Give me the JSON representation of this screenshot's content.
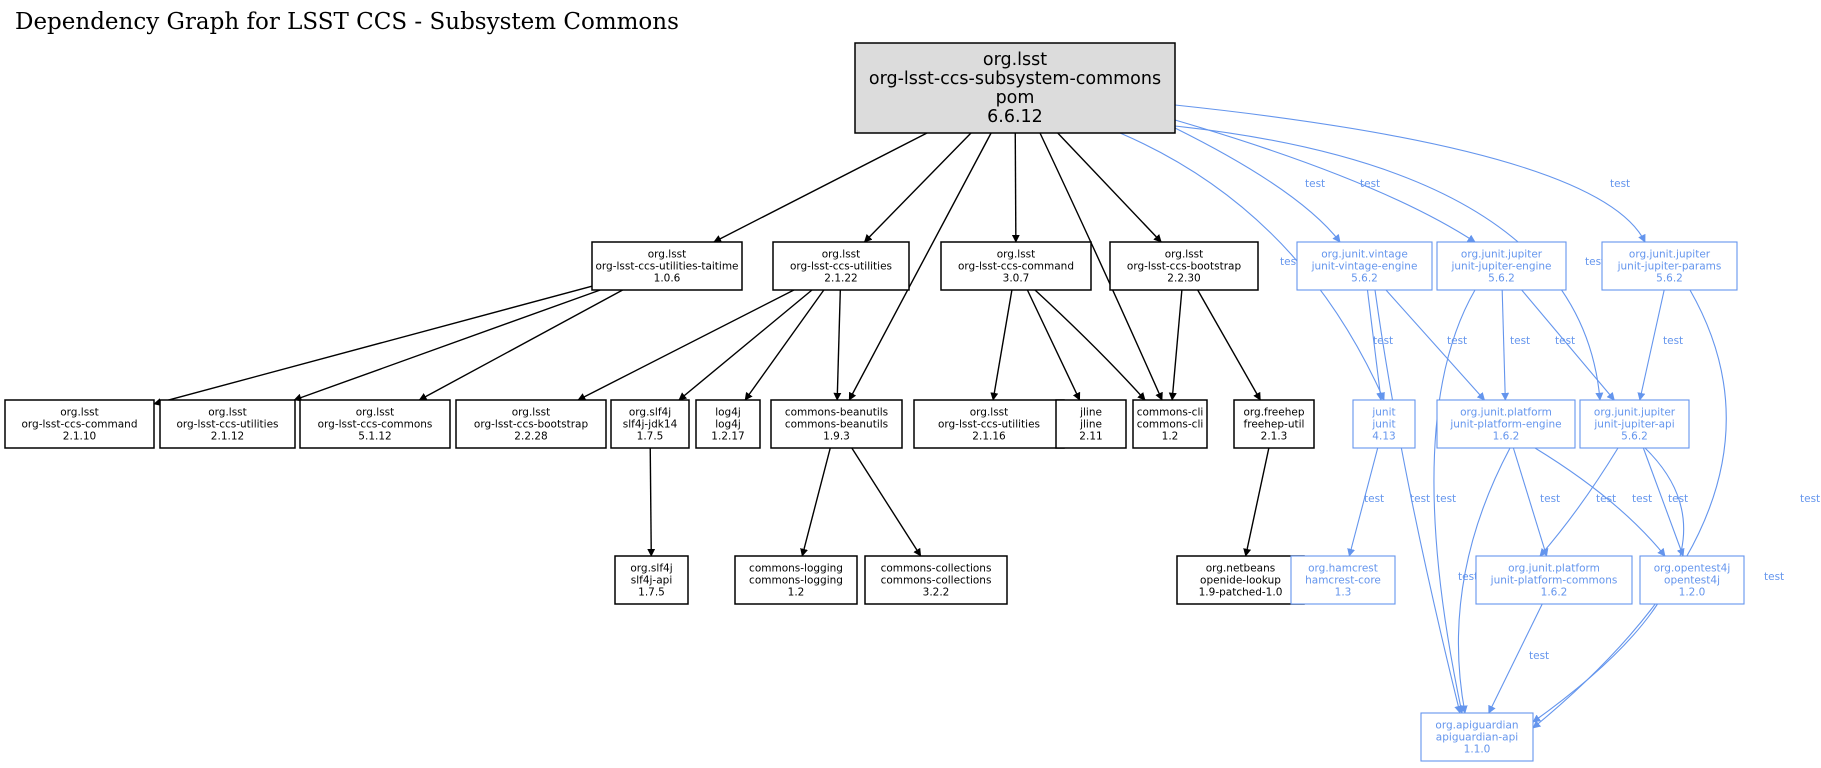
{
  "title": "Dependency Graph for LSST CCS - Subsystem Commons",
  "colors": {
    "compile": "#000000",
    "test": "#6495ed",
    "root_fill": "#dcdcdc",
    "background": "#ffffff"
  },
  "nodes": [
    {
      "id": "root",
      "lines": [
        "org.lsst",
        "org-lsst-ccs-subsystem-commons",
        "pom",
        "6.6.12"
      ],
      "scope": "root"
    },
    {
      "id": "utilities-taitime",
      "lines": [
        "org.lsst",
        "org-lsst-ccs-utilities-taitime",
        "1.0.6"
      ],
      "scope": "compile"
    },
    {
      "id": "utilities-2122",
      "lines": [
        "org.lsst",
        "org-lsst-ccs-utilities",
        "2.1.22"
      ],
      "scope": "compile"
    },
    {
      "id": "command-307",
      "lines": [
        "org.lsst",
        "org-lsst-ccs-command",
        "3.0.7"
      ],
      "scope": "compile"
    },
    {
      "id": "bootstrap-2230",
      "lines": [
        "org.lsst",
        "org-lsst-ccs-bootstrap",
        "2.2.30"
      ],
      "scope": "compile"
    },
    {
      "id": "vintage-engine",
      "lines": [
        "org.junit.vintage",
        "junit-vintage-engine",
        "5.6.2"
      ],
      "scope": "test"
    },
    {
      "id": "jupiter-engine",
      "lines": [
        "org.junit.jupiter",
        "junit-jupiter-engine",
        "5.6.2"
      ],
      "scope": "test"
    },
    {
      "id": "jupiter-params",
      "lines": [
        "org.junit.jupiter",
        "junit-jupiter-params",
        "5.6.2"
      ],
      "scope": "test"
    },
    {
      "id": "command-2110",
      "lines": [
        "org.lsst",
        "org-lsst-ccs-command",
        "2.1.10"
      ],
      "scope": "compile"
    },
    {
      "id": "utilities-2112",
      "lines": [
        "org.lsst",
        "org-lsst-ccs-utilities",
        "2.1.12"
      ],
      "scope": "compile"
    },
    {
      "id": "commons-5112",
      "lines": [
        "org.lsst",
        "org-lsst-ccs-commons",
        "5.1.12"
      ],
      "scope": "compile"
    },
    {
      "id": "bootstrap-2228",
      "lines": [
        "org.lsst",
        "org-lsst-ccs-bootstrap",
        "2.2.28"
      ],
      "scope": "compile"
    },
    {
      "id": "slf4j-jdk14",
      "lines": [
        "org.slf4j",
        "slf4j-jdk14",
        "1.7.5"
      ],
      "scope": "compile"
    },
    {
      "id": "log4j",
      "lines": [
        "log4j",
        "log4j",
        "1.2.17"
      ],
      "scope": "compile"
    },
    {
      "id": "beanutils",
      "lines": [
        "commons-beanutils",
        "commons-beanutils",
        "1.9.3"
      ],
      "scope": "compile"
    },
    {
      "id": "utilities-2116",
      "lines": [
        "org.lsst",
        "org-lsst-ccs-utilities",
        "2.1.16"
      ],
      "scope": "compile"
    },
    {
      "id": "jline",
      "lines": [
        "jline",
        "jline",
        "2.11"
      ],
      "scope": "compile"
    },
    {
      "id": "commons-cli",
      "lines": [
        "commons-cli",
        "commons-cli",
        "1.2"
      ],
      "scope": "compile"
    },
    {
      "id": "freehep-util",
      "lines": [
        "org.freehep",
        "freehep-util",
        "2.1.3"
      ],
      "scope": "compile"
    },
    {
      "id": "junit",
      "lines": [
        "junit",
        "junit",
        "4.13"
      ],
      "scope": "test"
    },
    {
      "id": "platform-engine",
      "lines": [
        "org.junit.platform",
        "junit-platform-engine",
        "1.6.2"
      ],
      "scope": "test"
    },
    {
      "id": "jupiter-api",
      "lines": [
        "org.junit.jupiter",
        "junit-jupiter-api",
        "5.6.2"
      ],
      "scope": "test"
    },
    {
      "id": "slf4j-api",
      "lines": [
        "org.slf4j",
        "slf4j-api",
        "1.7.5"
      ],
      "scope": "compile"
    },
    {
      "id": "commons-logging",
      "lines": [
        "commons-logging",
        "commons-logging",
        "1.2"
      ],
      "scope": "compile"
    },
    {
      "id": "commons-collections",
      "lines": [
        "commons-collections",
        "commons-collections",
        "3.2.2"
      ],
      "scope": "compile"
    },
    {
      "id": "openide-lookup",
      "lines": [
        "org.netbeans",
        "openide-lookup",
        "1.9-patched-1.0"
      ],
      "scope": "compile"
    },
    {
      "id": "hamcrest-core",
      "lines": [
        "org.hamcrest",
        "hamcrest-core",
        "1.3"
      ],
      "scope": "test"
    },
    {
      "id": "platform-commons",
      "lines": [
        "org.junit.platform",
        "junit-platform-commons",
        "1.6.2"
      ],
      "scope": "test"
    },
    {
      "id": "opentest4j",
      "lines": [
        "org.opentest4j",
        "opentest4j",
        "1.2.0"
      ],
      "scope": "test"
    },
    {
      "id": "apiguardian",
      "lines": [
        "org.apiguardian",
        "apiguardian-api",
        "1.1.0"
      ],
      "scope": "test"
    }
  ],
  "edges": [
    {
      "from": "root",
      "to": "utilities-taitime",
      "scope": "compile",
      "label": ""
    },
    {
      "from": "root",
      "to": "utilities-2122",
      "scope": "compile",
      "label": ""
    },
    {
      "from": "root",
      "to": "beanutils",
      "scope": "compile",
      "label": ""
    },
    {
      "from": "root",
      "to": "command-307",
      "scope": "compile",
      "label": ""
    },
    {
      "from": "root",
      "to": "commons-cli",
      "scope": "compile",
      "label": ""
    },
    {
      "from": "root",
      "to": "bootstrap-2230",
      "scope": "compile",
      "label": ""
    },
    {
      "from": "root",
      "to": "junit",
      "scope": "test",
      "label": "test"
    },
    {
      "from": "root",
      "to": "vintage-engine",
      "scope": "test",
      "label": "test"
    },
    {
      "from": "root",
      "to": "jupiter-engine",
      "scope": "test",
      "label": "test"
    },
    {
      "from": "root",
      "to": "jupiter-api",
      "scope": "test",
      "label": "test"
    },
    {
      "from": "root",
      "to": "jupiter-params",
      "scope": "test",
      "label": "test"
    },
    {
      "from": "utilities-taitime",
      "to": "command-2110",
      "scope": "compile",
      "label": ""
    },
    {
      "from": "utilities-taitime",
      "to": "utilities-2112",
      "scope": "compile",
      "label": ""
    },
    {
      "from": "utilities-taitime",
      "to": "commons-5112",
      "scope": "compile",
      "label": ""
    },
    {
      "from": "utilities-2122",
      "to": "bootstrap-2228",
      "scope": "compile",
      "label": ""
    },
    {
      "from": "utilities-2122",
      "to": "slf4j-jdk14",
      "scope": "compile",
      "label": ""
    },
    {
      "from": "utilities-2122",
      "to": "log4j",
      "scope": "compile",
      "label": ""
    },
    {
      "from": "utilities-2122",
      "to": "beanutils",
      "scope": "compile",
      "label": ""
    },
    {
      "from": "command-307",
      "to": "utilities-2116",
      "scope": "compile",
      "label": ""
    },
    {
      "from": "command-307",
      "to": "jline",
      "scope": "compile",
      "label": ""
    },
    {
      "from": "command-307",
      "to": "commons-cli",
      "scope": "compile",
      "label": ""
    },
    {
      "from": "bootstrap-2230",
      "to": "commons-cli",
      "scope": "compile",
      "label": ""
    },
    {
      "from": "bootstrap-2230",
      "to": "freehep-util",
      "scope": "compile",
      "label": ""
    },
    {
      "from": "slf4j-jdk14",
      "to": "slf4j-api",
      "scope": "compile",
      "label": ""
    },
    {
      "from": "beanutils",
      "to": "commons-logging",
      "scope": "compile",
      "label": ""
    },
    {
      "from": "beanutils",
      "to": "commons-collections",
      "scope": "compile",
      "label": ""
    },
    {
      "from": "freehep-util",
      "to": "openide-lookup",
      "scope": "compile",
      "label": ""
    },
    {
      "from": "vintage-engine",
      "to": "junit",
      "scope": "test",
      "label": "test"
    },
    {
      "from": "vintage-engine",
      "to": "platform-engine",
      "scope": "test",
      "label": "test"
    },
    {
      "from": "vintage-engine",
      "to": "apiguardian",
      "scope": "test",
      "label": "test"
    },
    {
      "from": "jupiter-engine",
      "to": "platform-engine",
      "scope": "test",
      "label": "test"
    },
    {
      "from": "jupiter-engine",
      "to": "jupiter-api",
      "scope": "test",
      "label": "test"
    },
    {
      "from": "jupiter-engine",
      "to": "apiguardian",
      "scope": "test",
      "label": "test"
    },
    {
      "from": "jupiter-params",
      "to": "jupiter-api",
      "scope": "test",
      "label": "test"
    },
    {
      "from": "jupiter-params",
      "to": "apiguardian",
      "scope": "test",
      "label": "test"
    },
    {
      "from": "junit",
      "to": "hamcrest-core",
      "scope": "test",
      "label": "test"
    },
    {
      "from": "platform-engine",
      "to": "platform-commons",
      "scope": "test",
      "label": "test"
    },
    {
      "from": "platform-engine",
      "to": "opentest4j",
      "scope": "test",
      "label": "test"
    },
    {
      "from": "platform-engine",
      "to": "apiguardian",
      "scope": "test",
      "label": "test"
    },
    {
      "from": "jupiter-api",
      "to": "platform-commons",
      "scope": "test",
      "label": "test"
    },
    {
      "from": "jupiter-api",
      "to": "opentest4j",
      "scope": "test",
      "label": "test"
    },
    {
      "from": "jupiter-api",
      "to": "apiguardian",
      "scope": "test",
      "label": "test"
    },
    {
      "from": "platform-commons",
      "to": "apiguardian",
      "scope": "test",
      "label": "test"
    }
  ]
}
